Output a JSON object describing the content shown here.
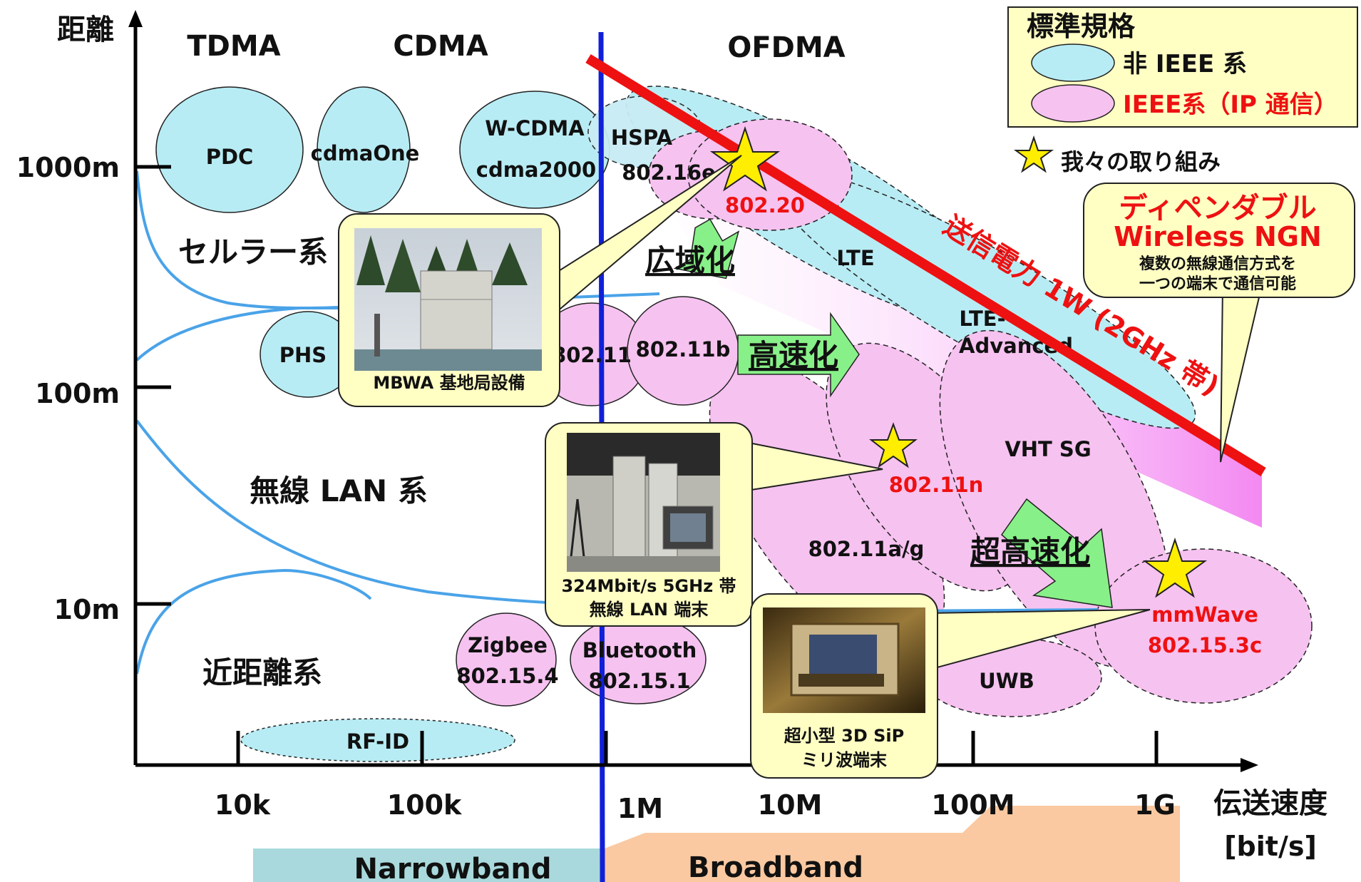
{
  "axes": {
    "y_label": "距離",
    "x_label_line1": "伝送速度",
    "x_label_line2": "[bit/s]",
    "y_ticks": [
      "1000m",
      "100m",
      "10m"
    ],
    "x_ticks": [
      "10k",
      "100k",
      "1M",
      "10M",
      "100M",
      "1G"
    ]
  },
  "access_methods": [
    "TDMA",
    "CDMA",
    "OFDMA"
  ],
  "categories": {
    "cellular": "セルラー系",
    "wlan": "無線 LAN 系",
    "short_range": "近距離系"
  },
  "bands": {
    "narrow": "Narrowband",
    "broad": "Broadband"
  },
  "legend": {
    "title": "標準規格",
    "non_ieee": "非 IEEE 系",
    "ieee": "IEEE系（IP 通信）",
    "star": "我々の取り組み"
  },
  "standards": {
    "pdc": "PDC",
    "cdmaone": "cdmaOne",
    "wcdma": "W-CDMA",
    "cdma2000": "cdma2000",
    "hspa": "HSPA",
    "s80216e": "802.16e",
    "s80220": "802.20",
    "lte": "LTE",
    "lte_adv_1": "LTE-",
    "lte_adv_2": "Advanced",
    "phs": "PHS",
    "s80211": "802.11",
    "s80211b": "802.11b",
    "s80211n": "802.11n",
    "vht": "VHT SG",
    "s80211ag": "802.11a/g",
    "uwb": "UWB",
    "mmwave": "mmWave",
    "s802153c": "802.15.3c",
    "zigbee": "Zigbee",
    "s802154": "802.15.4",
    "bluetooth": "Bluetooth",
    "s802151": "802.15.1",
    "rfid": "RF-ID"
  },
  "arrows": {
    "wide_area": "広域化",
    "high_speed": "高速化",
    "ultra_high_speed": "超高速化"
  },
  "power_line": "送信電力 1W (2GHz 帯)",
  "callouts": {
    "mbwa": "MBWA 基地局設備",
    "wlan_1": "324Mbit/s 5GHz 帯",
    "wlan_2": "無線 LAN 端末",
    "sip_1": "超小型 3D SiP",
    "sip_2": "ミリ波端末",
    "ngn_title_1": "ディペンダブル",
    "ngn_title_2": "Wireless NGN",
    "ngn_desc_1": "複数の無線通信方式を",
    "ngn_desc_2": "一つの端末で通信可能"
  },
  "colors": {
    "non_ieee_fill": "#b8ecf4",
    "ieee_fill": "#f6c2f0",
    "legend_bg": "#ffffc4",
    "curve": "#4aa3e8",
    "divider": "#1020d8",
    "power_line": "#ee1111",
    "arrow_fill": "#88f088",
    "narrow_bar": "#a9d9dc",
    "broad_bar": "#fac9a1",
    "star": "#ffee00"
  }
}
